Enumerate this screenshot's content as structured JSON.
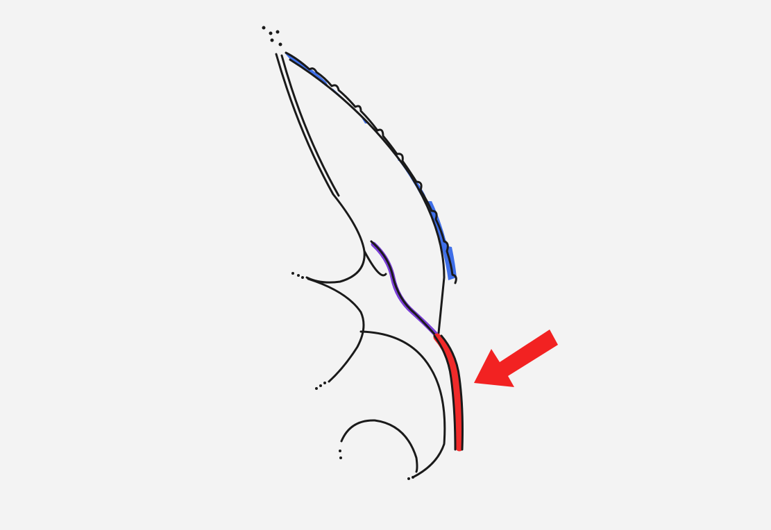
{
  "figure": {
    "background_color": "#f3f3f3",
    "ink_color": "#1a1a1a",
    "highlights": [
      {
        "part": "upper-margin",
        "color": "#3f6fe8"
      },
      {
        "part": "inner-branch",
        "color": "#7a3fd6"
      },
      {
        "part": "lower-stem",
        "color": "#f02a2a"
      }
    ],
    "pointer": {
      "icon": "arrow-icon",
      "color": "#f22222",
      "target": "lower-stem"
    }
  }
}
